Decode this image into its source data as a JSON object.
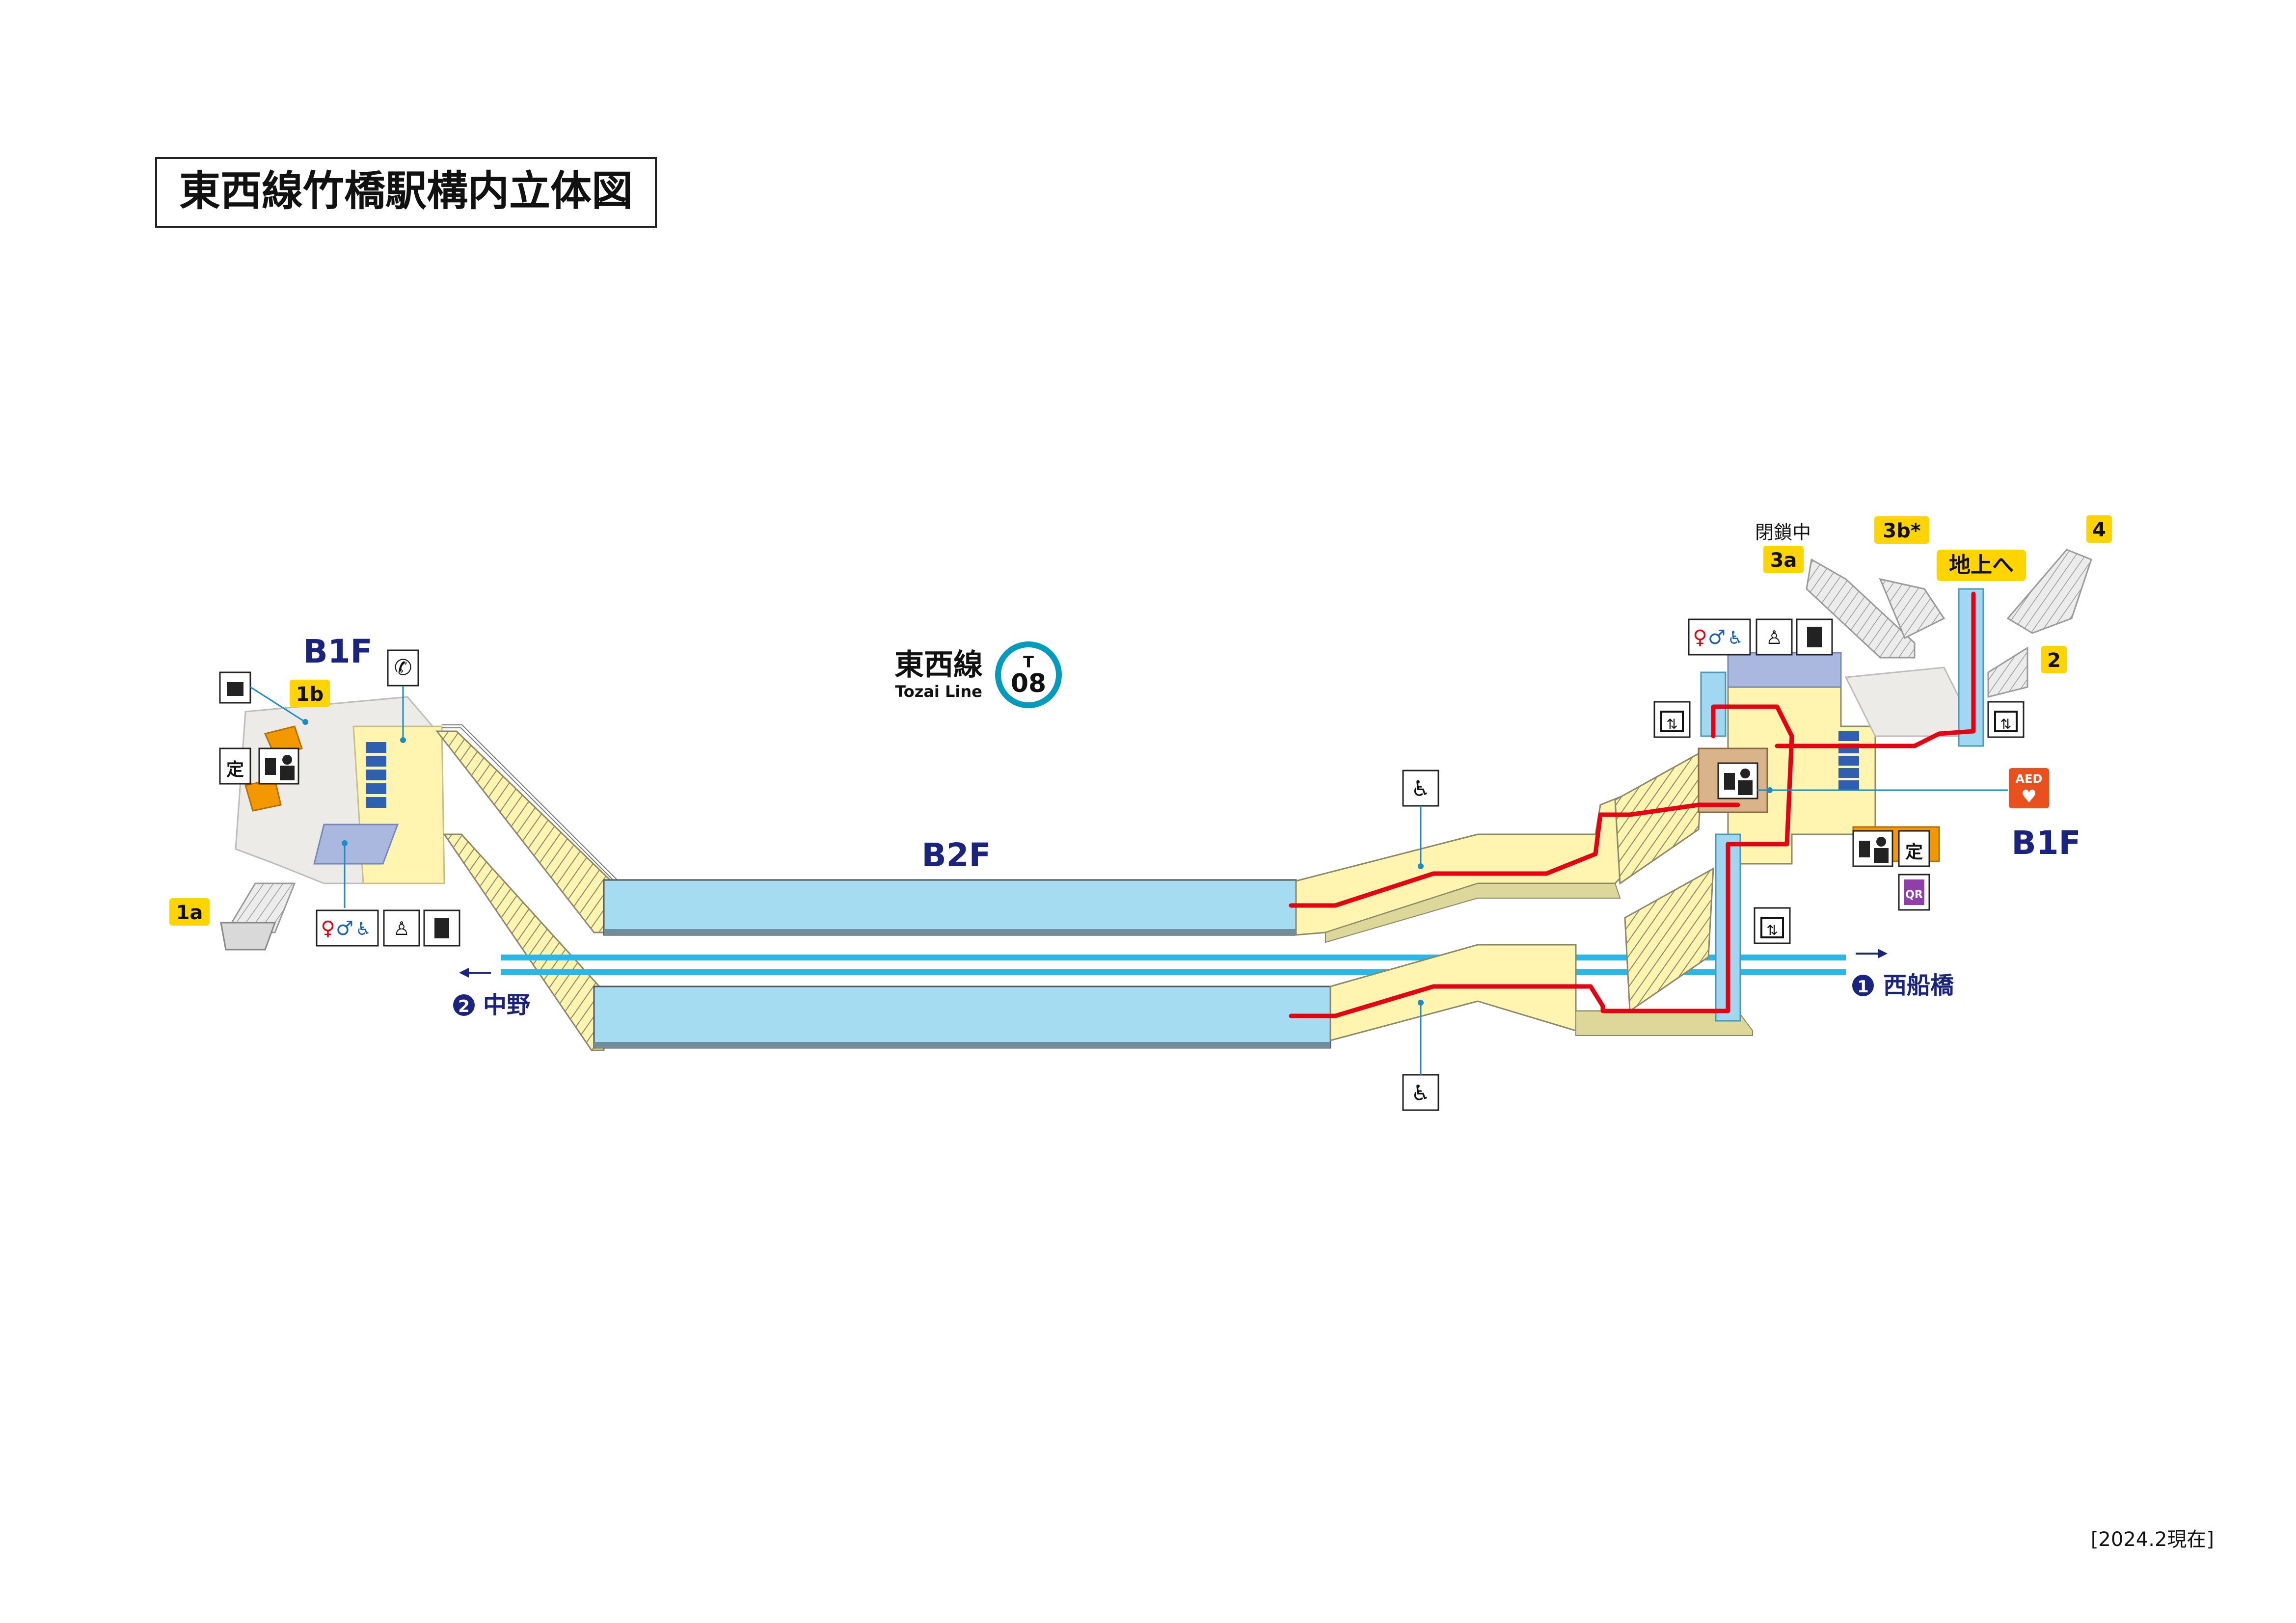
{
  "title": "東西線竹橋駅構内立体図",
  "date_note": "[2024.2現在]",
  "line": {
    "name": "東西線",
    "name_en": "Tozai Line",
    "letter": "T",
    "number": "08",
    "color": "#009bbf"
  },
  "floors": {
    "b1f_west": "B1F",
    "b1f_east": "B1F",
    "b2f": "B2F"
  },
  "exits": {
    "e1a": "1a",
    "e1b": "1b",
    "e2": "2",
    "e3a": "3a",
    "e3b": "3b*",
    "e4": "4",
    "closed_note": "閉鎖中",
    "to_ground": "地上へ"
  },
  "directions": {
    "west_num": "2",
    "west_name": "中野",
    "east_num": "1",
    "east_name": "西船橋"
  },
  "icons": {
    "aed": "AED",
    "qr": "QR",
    "commuter_pass": "定"
  },
  "colors": {
    "platform": "#a6dcf2",
    "track": "#29b6e8",
    "concourse": "#fff5b1",
    "wall": "#f0ead8",
    "route": "#e60012",
    "exit_badge": "#ffd400",
    "navy": "#1a237e",
    "elevator": "#9fd8f0",
    "gates": "#2f5fb0"
  }
}
